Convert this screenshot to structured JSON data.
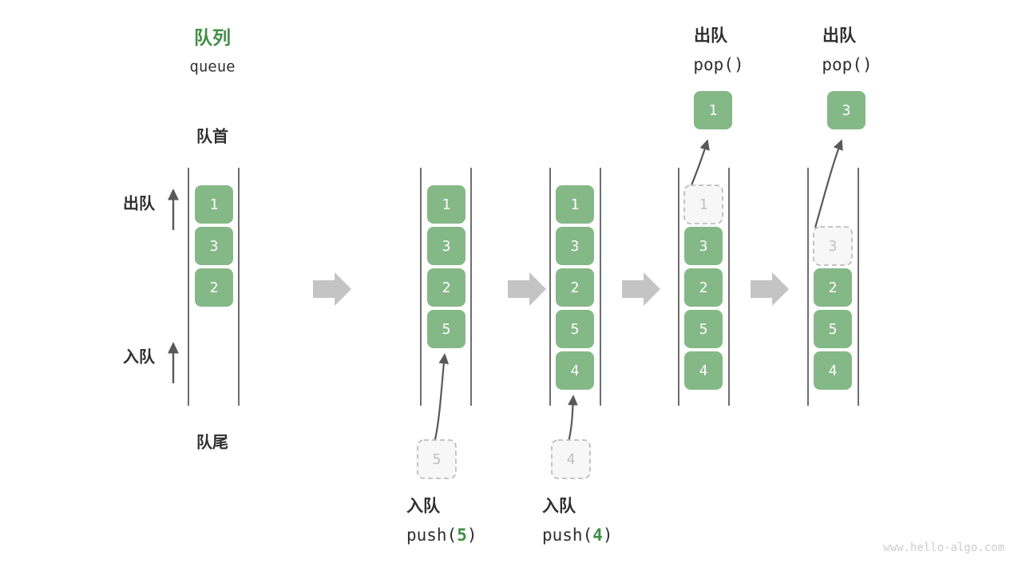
{
  "meta": {
    "title_cn": "队列",
    "title_en": "queue",
    "watermark": "www.hello-algo.com"
  },
  "colors": {
    "green": "#85b887",
    "green_text": "#3f8f44",
    "dark": "#2f2f2f",
    "gray_arrow": "#c4c4c4",
    "gray_line": "#595959",
    "ghost_fill": "#f7f7f7",
    "ghost_stroke": "#bdbdbd",
    "ghost_text": "#c0c0c0",
    "watermark": "#cccccc",
    "rail": "#4a4a4a"
  },
  "labels": {
    "front": "队首",
    "rear": "队尾",
    "dequeue": "出队",
    "enqueue": "入队"
  },
  "columns": [
    {
      "id": "initial",
      "slots": [
        "1",
        "3",
        "2",
        "",
        "",
        ""
      ],
      "ghost_index": -1,
      "ghost_value": "",
      "caption_cn": "",
      "caption_code": "",
      "code_arg": "",
      "popped_value": "",
      "pop_label_cn": "",
      "pop_label_code": ""
    },
    {
      "id": "push5",
      "slots": [
        "1",
        "3",
        "2",
        "5",
        "",
        ""
      ],
      "ghost_index": -1,
      "ghost_value": "5",
      "caption_cn": "入队",
      "caption_code": "push(",
      "code_arg": "5",
      "popped_value": "",
      "pop_label_cn": "",
      "pop_label_code": ""
    },
    {
      "id": "push4",
      "slots": [
        "1",
        "3",
        "2",
        "5",
        "4",
        ""
      ],
      "ghost_index": -1,
      "ghost_value": "4",
      "caption_cn": "入队",
      "caption_code": "push(",
      "code_arg": "4",
      "popped_value": "",
      "pop_label_cn": "",
      "pop_label_code": ""
    },
    {
      "id": "pop1",
      "slots": [
        "",
        "3",
        "2",
        "5",
        "4",
        ""
      ],
      "ghost_index": 0,
      "ghost_value": "1",
      "caption_cn": "",
      "caption_code": "",
      "code_arg": "",
      "popped_value": "1",
      "pop_label_cn": "出队",
      "pop_label_code": "pop()"
    },
    {
      "id": "pop3",
      "slots": [
        "",
        "",
        "2",
        "5",
        "4",
        ""
      ],
      "ghost_index": 1,
      "ghost_value": "3",
      "caption_cn": "",
      "caption_code": "",
      "code_arg": "",
      "popped_value": "3",
      "pop_label_cn": "出队",
      "pop_label_code": "pop()"
    }
  ],
  "transition_arrows": 4
}
